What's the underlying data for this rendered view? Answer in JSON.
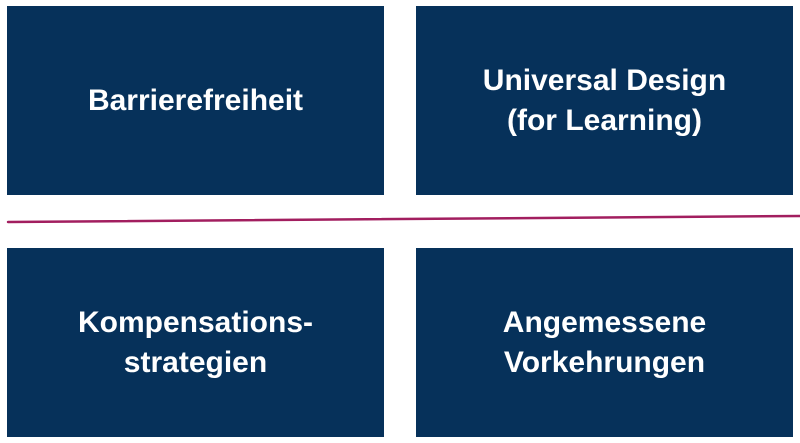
{
  "boxes": {
    "top_left": "Barrierefreiheit",
    "top_right": "Universal Design\n(for Learning)",
    "bottom_left": "Kompensations-\nstrategien",
    "bottom_right": "Angemessene\nVorkehrungen"
  },
  "colors": {
    "box_fill": "#06315a",
    "box_text": "#ffffff",
    "divider": "#a21e5f"
  }
}
